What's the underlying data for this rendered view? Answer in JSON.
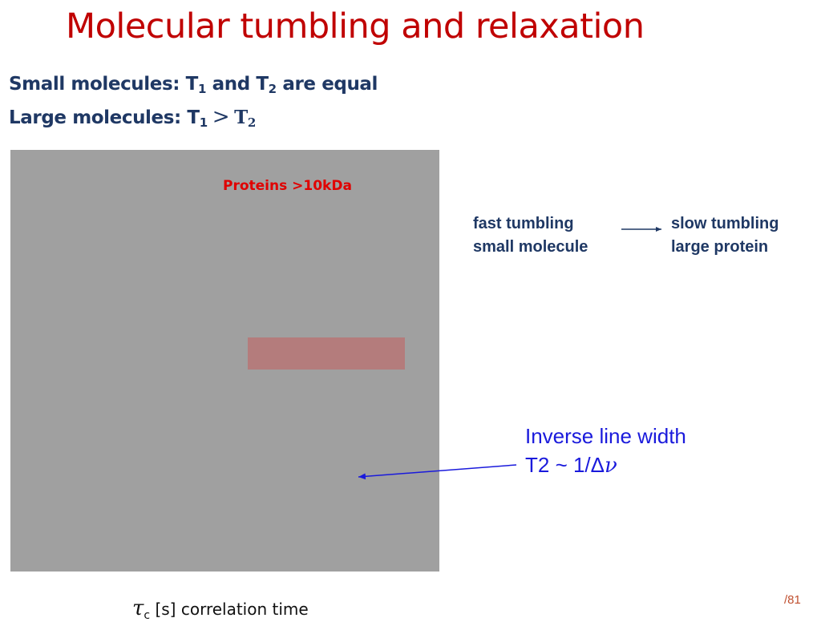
{
  "slide": {
    "title": "Molecular tumbling and relaxation",
    "page_number": "/81"
  },
  "bullets": {
    "small": {
      "prefix": "Small molecules: T",
      "sub1": "1",
      "mid": " and T",
      "sub2": "2",
      "suffix": " are equal"
    },
    "large": {
      "prefix": "Large molecules: T",
      "sub1": "1",
      "operator": ">",
      "t2": "T",
      "sub2": "2"
    }
  },
  "figure": {
    "proteins_label": "Proteins >10kDa",
    "xlabel": {
      "symbol": "τ",
      "subscript": "c",
      "text": " [s] correlation time"
    }
  },
  "tumbling": {
    "from_line1": "fast tumbling",
    "from_line2": "small molecule",
    "to_line1": "slow tumbling",
    "to_line2": "large protein",
    "arrow_color": "#1f3864"
  },
  "annotation": {
    "line1": "Inverse line width",
    "line2_prefix": "T2 ~ 1/Δ",
    "line2_symbol": "ν",
    "arrow_color": "#1a1adc"
  }
}
